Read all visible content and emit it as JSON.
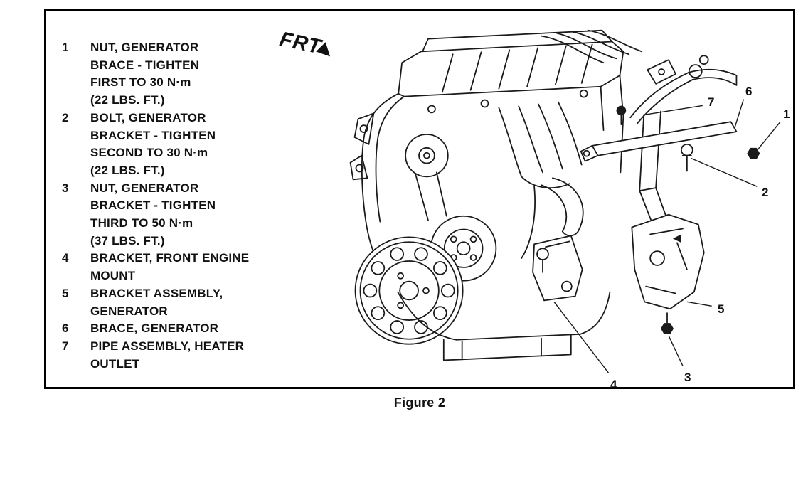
{
  "figure": {
    "frt_label": "FRT",
    "caption": "Figure 2"
  },
  "legend": {
    "items": [
      {
        "num": "1",
        "text": "NUT, GENERATOR\nBRACE - TIGHTEN\nFIRST TO 30 N·m\n(22 LBS. FT.)"
      },
      {
        "num": "2",
        "text": "BOLT, GENERATOR\nBRACKET - TIGHTEN\nSECOND TO 30 N·m\n(22 LBS. FT.)"
      },
      {
        "num": "3",
        "text": "NUT, GENERATOR\nBRACKET - TIGHTEN\nTHIRD TO 50 N·m\n(37 LBS. FT.)"
      },
      {
        "num": "4",
        "text": "BRACKET, FRONT ENGINE\nMOUNT"
      },
      {
        "num": "5",
        "text": "BRACKET ASSEMBLY,\nGENERATOR"
      },
      {
        "num": "6",
        "text": "BRACE, GENERATOR"
      },
      {
        "num": "7",
        "text": "PIPE ASSEMBLY, HEATER\nOUTLET"
      }
    ]
  },
  "callouts": [
    "1",
    "2",
    "3",
    "4",
    "5",
    "6",
    "7"
  ],
  "colors": {
    "line": "#1a1a1a",
    "background": "#ffffff"
  }
}
